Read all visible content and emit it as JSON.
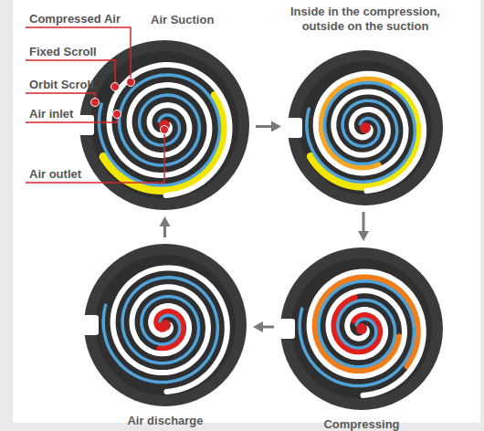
{
  "diagram": {
    "nodes": [
      {
        "text": [
          "Air Suction"
        ]
      },
      {
        "text": [
          "Inside in the compression, outside on the suction"
        ]
      },
      {
        "text": [
          "Air discharge"
        ]
      },
      {
        "text": [
          "Compressing"
        ]
      }
    ],
    "edges": [
      {
        "from": 0,
        "to": 1,
        "arrow": "to"
      },
      {
        "from": 1,
        "to": 3,
        "arrow": "to"
      },
      {
        "from": 3,
        "to": 2,
        "arrow": "to"
      },
      {
        "from": 2,
        "to": 0,
        "arrow": "to"
      }
    ],
    "labels": [
      "Compressed Air",
      "Fixed Scroll",
      "Orbit Scroll",
      "Air inlet",
      "Air outlet"
    ]
  }
}
